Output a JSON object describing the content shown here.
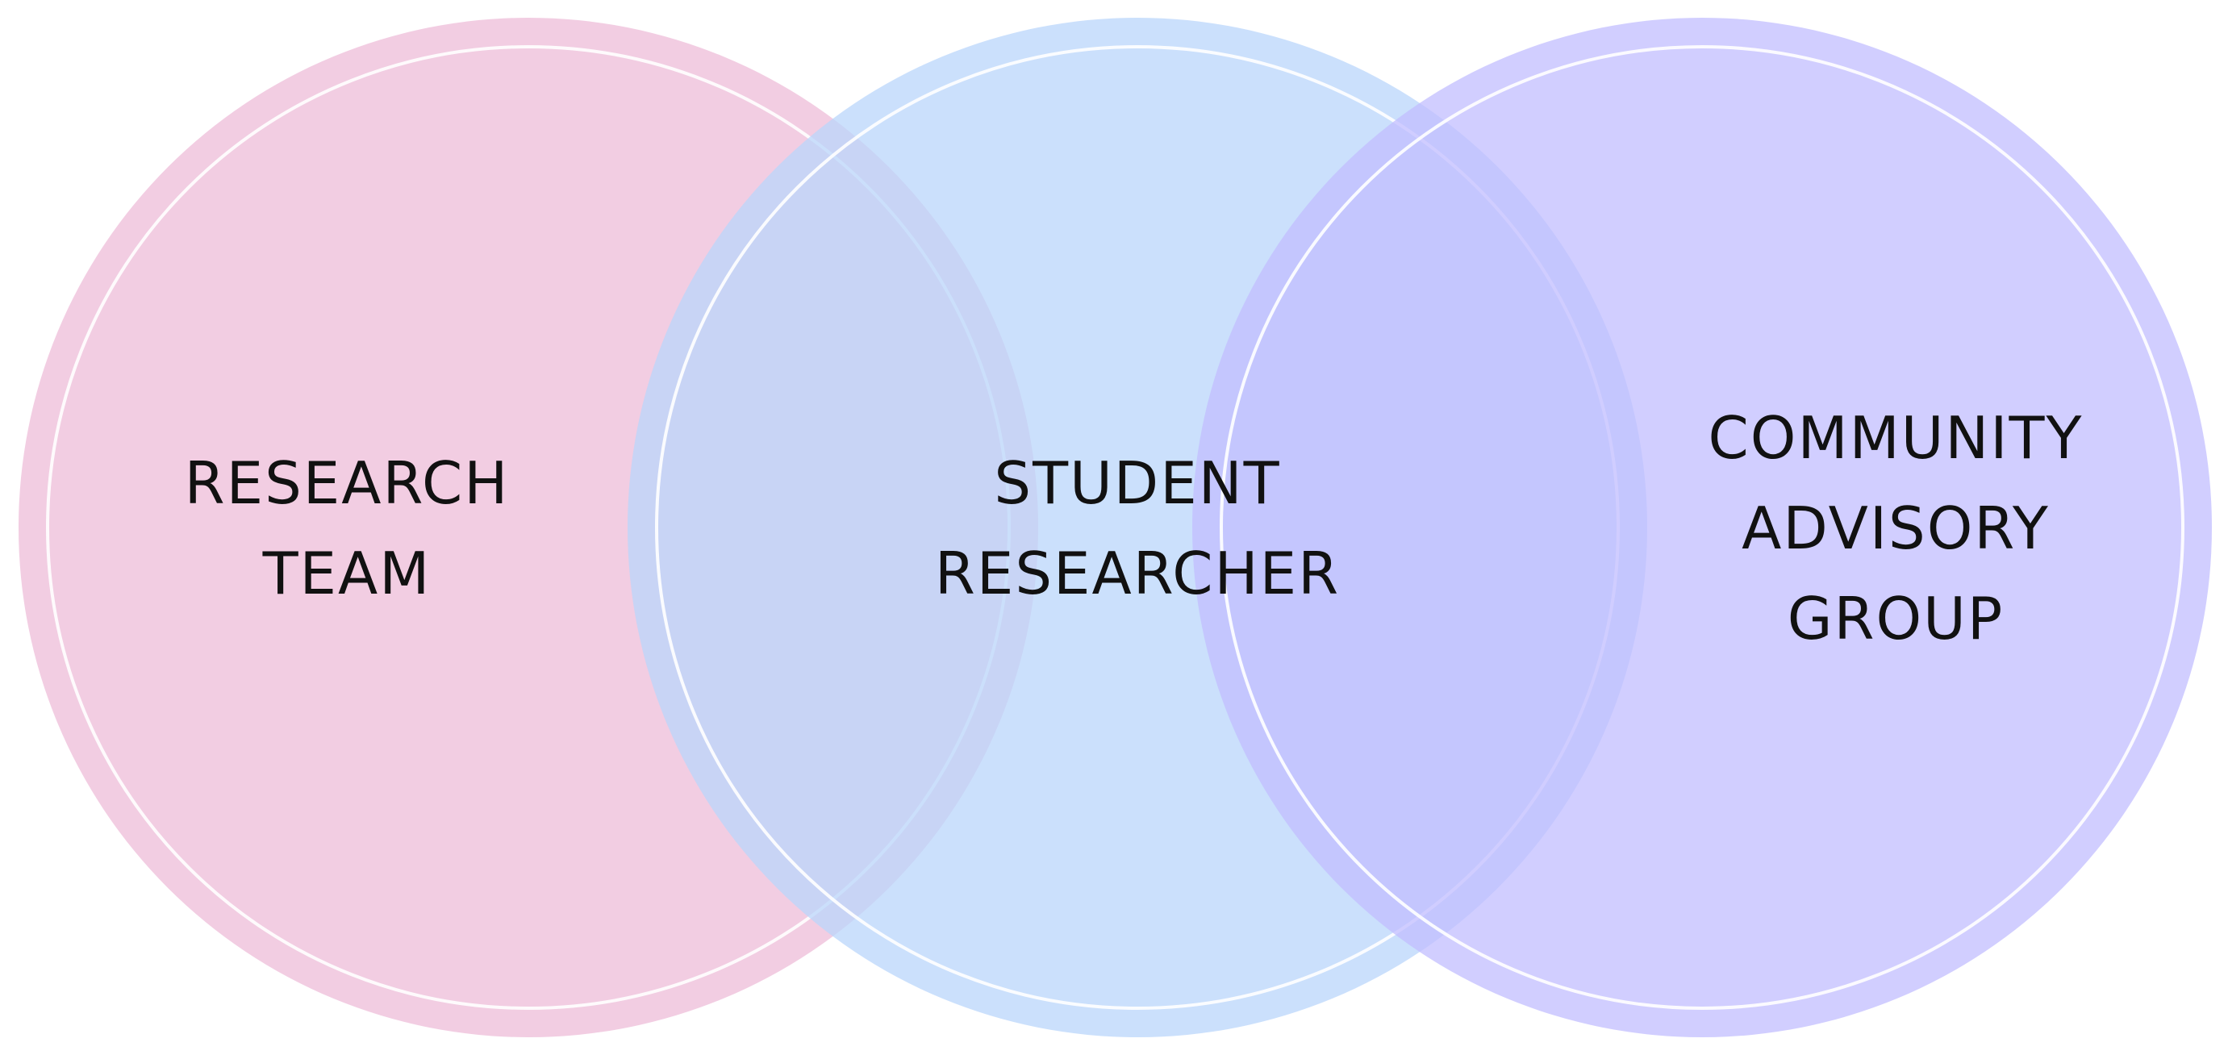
{
  "diagram": {
    "type": "venn",
    "circles": [
      {
        "id": "research-team",
        "label_lines": [
          "RESEARCH",
          "TEAM"
        ],
        "fill": "#f0c4dd",
        "opacity": 0.85,
        "ring": "#ffffff"
      },
      {
        "id": "student-researcher",
        "label_lines": [
          "STUDENT",
          "RESEARCHER"
        ],
        "fill": "#b9d6fb",
        "opacity": 0.75,
        "ring": "#ffffff"
      },
      {
        "id": "community-advisory-group",
        "label_lines": [
          "COMMUNITY",
          "ADVISORY",
          "GROUP"
        ],
        "fill": "#c2beff",
        "opacity": 0.75,
        "ring": "#ffffff"
      }
    ]
  }
}
